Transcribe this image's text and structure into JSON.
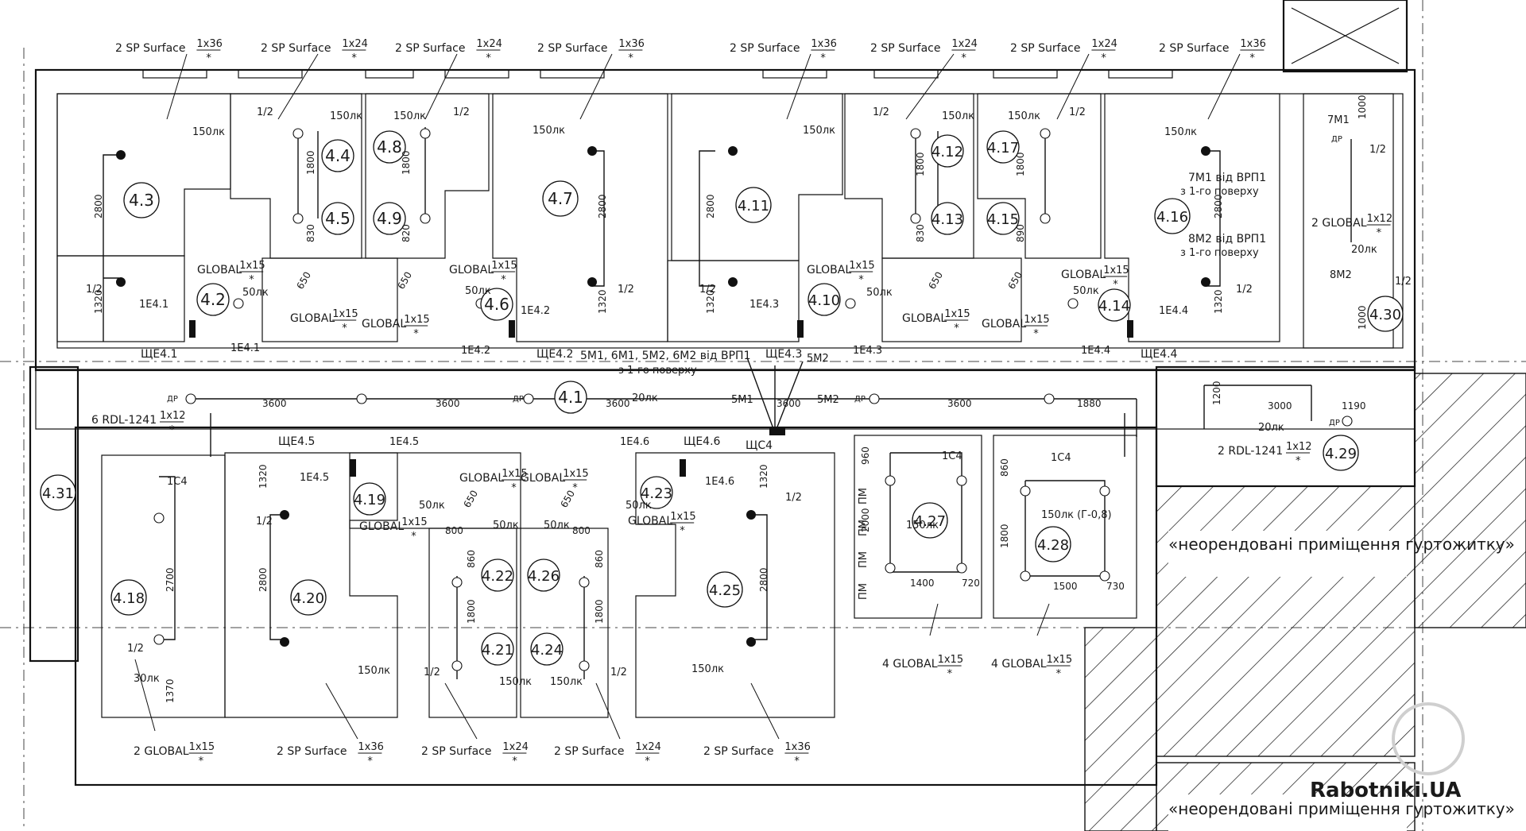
{
  "colors": {
    "background": "#ffffff",
    "line": "#111111",
    "watermark": "#c8c8c8"
  },
  "rooms": [
    {
      "id": "r43",
      "label": "4.3",
      "lux": "150лк"
    },
    {
      "id": "r44",
      "label": "4.4",
      "lux": "150лк"
    },
    {
      "id": "r45",
      "label": "4.5",
      "lux": ""
    },
    {
      "id": "r48",
      "label": "4.8",
      "lux": "150лк"
    },
    {
      "id": "r49",
      "label": "4.9",
      "lux": ""
    },
    {
      "id": "r47",
      "label": "4.7",
      "lux": "150лк"
    },
    {
      "id": "r411",
      "label": "4.11",
      "lux": "150лк"
    },
    {
      "id": "r412",
      "label": "4.12",
      "lux": "150лк"
    },
    {
      "id": "r413",
      "label": "4.13",
      "lux": ""
    },
    {
      "id": "r417",
      "label": "4.17",
      "lux": "150лк"
    },
    {
      "id": "r415",
      "label": "4.15",
      "lux": ""
    },
    {
      "id": "r416",
      "label": "4.16",
      "lux": "150лк"
    },
    {
      "id": "r430",
      "label": "4.30",
      "lux": "20лк"
    },
    {
      "id": "r42",
      "label": "4.2",
      "lux": "50лк"
    },
    {
      "id": "r46",
      "label": "4.6",
      "lux": "50лк"
    },
    {
      "id": "r410",
      "label": "4.10",
      "lux": "50лк"
    },
    {
      "id": "r414",
      "label": "4.14",
      "lux": "50лк"
    },
    {
      "id": "r41",
      "label": "4.1",
      "lux": "20лк"
    },
    {
      "id": "r429",
      "label": "4.29",
      "lux": "20лк"
    },
    {
      "id": "r431",
      "label": "4.31",
      "lux": ""
    },
    {
      "id": "r418",
      "label": "4.18",
      "lux": "30лк"
    },
    {
      "id": "r419",
      "label": "4.19",
      "lux": "50лк"
    },
    {
      "id": "r420",
      "label": "4.20",
      "lux": "150лк"
    },
    {
      "id": "r422",
      "label": "4.22",
      "lux": "50лк"
    },
    {
      "id": "r421",
      "label": "4.21",
      "lux": "150лк"
    },
    {
      "id": "r426",
      "label": "4.26",
      "lux": "50лк"
    },
    {
      "id": "r424",
      "label": "4.24",
      "lux": "150лк"
    },
    {
      "id": "r423",
      "label": "4.23",
      "lux": "50лк"
    },
    {
      "id": "r425",
      "label": "4.25",
      "lux": "150лк"
    },
    {
      "id": "r427",
      "label": "4.27",
      "lux": "150лк"
    },
    {
      "id": "r428",
      "label": "4.28",
      "lux": "150лк (Г-0,8)"
    }
  ],
  "luminaire_tags": {
    "top": [
      {
        "id": "t1",
        "prefix": "2 SP Surface",
        "num": "1x36",
        "den": "*"
      },
      {
        "id": "t2",
        "prefix": "2 SP Surface",
        "num": "1x24",
        "den": "*"
      },
      {
        "id": "t3",
        "prefix": "2 SP Surface",
        "num": "1x24",
        "den": "*"
      },
      {
        "id": "t4",
        "prefix": "2 SP Surface",
        "num": "1x36",
        "den": "*"
      },
      {
        "id": "t5",
        "prefix": "2 SP Surface",
        "num": "1x36",
        "den": "*"
      },
      {
        "id": "t6",
        "prefix": "2 SP Surface",
        "num": "1x24",
        "den": "*"
      },
      {
        "id": "t7",
        "prefix": "2 SP Surface",
        "num": "1x24",
        "den": "*"
      },
      {
        "id": "t8",
        "prefix": "2 SP Surface",
        "num": "1x36",
        "den": "*"
      }
    ],
    "bottom": [
      {
        "id": "b1",
        "prefix": "2 GLOBAL",
        "num": "1x15",
        "den": "*"
      },
      {
        "id": "b2",
        "prefix": "2 SP Surface",
        "num": "1x36",
        "den": "*"
      },
      {
        "id": "b3",
        "prefix": "2 SP Surface",
        "num": "1x24",
        "den": "*"
      },
      {
        "id": "b4",
        "prefix": "2 SP Surface",
        "num": "1x24",
        "den": "*"
      },
      {
        "id": "b5",
        "prefix": "2 SP Surface",
        "num": "1x36",
        "den": "*"
      },
      {
        "id": "b6",
        "prefix": "4 GLOBAL",
        "num": "1x15",
        "den": "*"
      },
      {
        "id": "b7",
        "prefix": "4 GLOBAL",
        "num": "1x15",
        "den": "*"
      }
    ],
    "inline": [
      {
        "id": "g1",
        "prefix": "GLOBAL",
        "num": "1x15",
        "den": "*"
      },
      {
        "id": "g2",
        "prefix": "GLOBAL",
        "num": "1x15",
        "den": "*"
      },
      {
        "id": "g3",
        "prefix": "GLOBAL",
        "num": "1x15",
        "den": "*"
      },
      {
        "id": "g4",
        "prefix": "GLOBAL",
        "num": "1x15",
        "den": "*"
      },
      {
        "id": "g5",
        "prefix": "GLOBAL",
        "num": "1x15",
        "den": "*"
      },
      {
        "id": "g6",
        "prefix": "GLOBAL",
        "num": "1x15",
        "den": "*"
      },
      {
        "id": "g7",
        "prefix": "GLOBAL",
        "num": "1x15",
        "den": "*"
      },
      {
        "id": "g8",
        "prefix": "GLOBAL",
        "num": "1x15",
        "den": "*"
      },
      {
        "id": "g9",
        "prefix": "GLOBAL",
        "num": "1x15",
        "den": "*"
      },
      {
        "id": "g10",
        "prefix": "GLOBAL",
        "num": "1x15",
        "den": "*"
      },
      {
        "id": "g11",
        "prefix": "GLOBAL",
        "num": "1x15",
        "den": "*"
      },
      {
        "id": "g12",
        "prefix": "GLOBAL",
        "num": "1x15",
        "den": "*"
      },
      {
        "id": "g13",
        "prefix": "2 GLOBAL",
        "num": "1x12",
        "den": "*"
      },
      {
        "id": "g14",
        "prefix": "6 RDL-1241",
        "num": "1x12",
        "den": "*"
      },
      {
        "id": "g15",
        "prefix": "2 RDL-1241",
        "num": "1x12",
        "den": "*"
      }
    ]
  },
  "panels": [
    "ЩЕ4.1",
    "ЩЕ4.2",
    "ЩЕ4.3",
    "ЩЕ4.4",
    "ЩЕ4.5",
    "ЩЕ4.6",
    "ЩС4"
  ],
  "groups": [
    "1Е4.1",
    "1Е4.2",
    "1Е4.3",
    "1Е4.4",
    "1Е4.5",
    "1Е4.6",
    "1С4",
    "5М1",
    "5М2",
    "7М1",
    "8М2"
  ],
  "notes": {
    "corridor_supply": "5М1, 6М1, 5М2, 6М2 від ВРП1",
    "corridor_supply_2": "з 1-го поверху",
    "stair_supply_1": "7М1 від ВРП1",
    "stair_supply_1b": "з 1-го поверху",
    "stair_supply_2": "8М2 від ВРП1",
    "stair_supply_2b": "з 1-го поверху",
    "unleased_1": "«неорендовані приміщення гуртожитку»",
    "unleased_2": "«неорендовані приміщення гуртожитку»",
    "fraction_half": "1/2",
    "dr": "ДР",
    "pm": "ПМ"
  },
  "dimensions": {
    "d2800": "2800",
    "d1320": "1320",
    "d1800": "1800",
    "d830": "830",
    "d820": "820",
    "d890": "890",
    "d860": "860",
    "d650": "650",
    "d800": "800",
    "d3600": "3600",
    "d1880": "1880",
    "d3000": "3000",
    "d1190": "1190",
    "d1200": "1200",
    "d1000": "1000",
    "d2700": "2700",
    "d1370": "1370",
    "d960": "960",
    "d2000": "2000",
    "d1400": "1400",
    "d720": "720",
    "d1500": "1500",
    "d730": "730"
  },
  "watermark": "Rabotniki.UA"
}
